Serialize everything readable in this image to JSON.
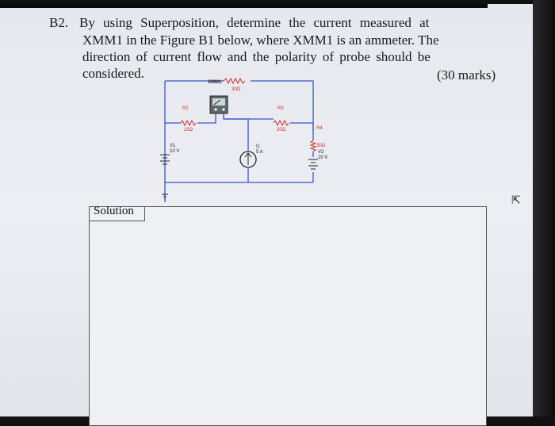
{
  "question": {
    "number": "B2.",
    "lines": [
      "By using Superposition, determine the current measured at",
      "XMM1 in the Figure B1 below, where XMM1 is an ammeter. The",
      "direction of current flow and the polarity of probe should be",
      "considered."
    ],
    "marks": "(30 marks)"
  },
  "circuit": {
    "meter_label": "XMM1",
    "r1_value": "30Ω",
    "r2_label": "R2",
    "r2_value": "10Ω",
    "r3_label": "R3",
    "r3_value": "20Ω",
    "r4_label": "R4",
    "r4_value": "30Ω",
    "v1_label": "V1",
    "v1_value": "10 V",
    "i1_label": "I1",
    "i1_value": "5 A",
    "v2_label": "V2",
    "v2_value": "20 V",
    "wire_color": "#3b55c8",
    "label_color": "#d0302a"
  },
  "solution": {
    "label": "Solution"
  }
}
